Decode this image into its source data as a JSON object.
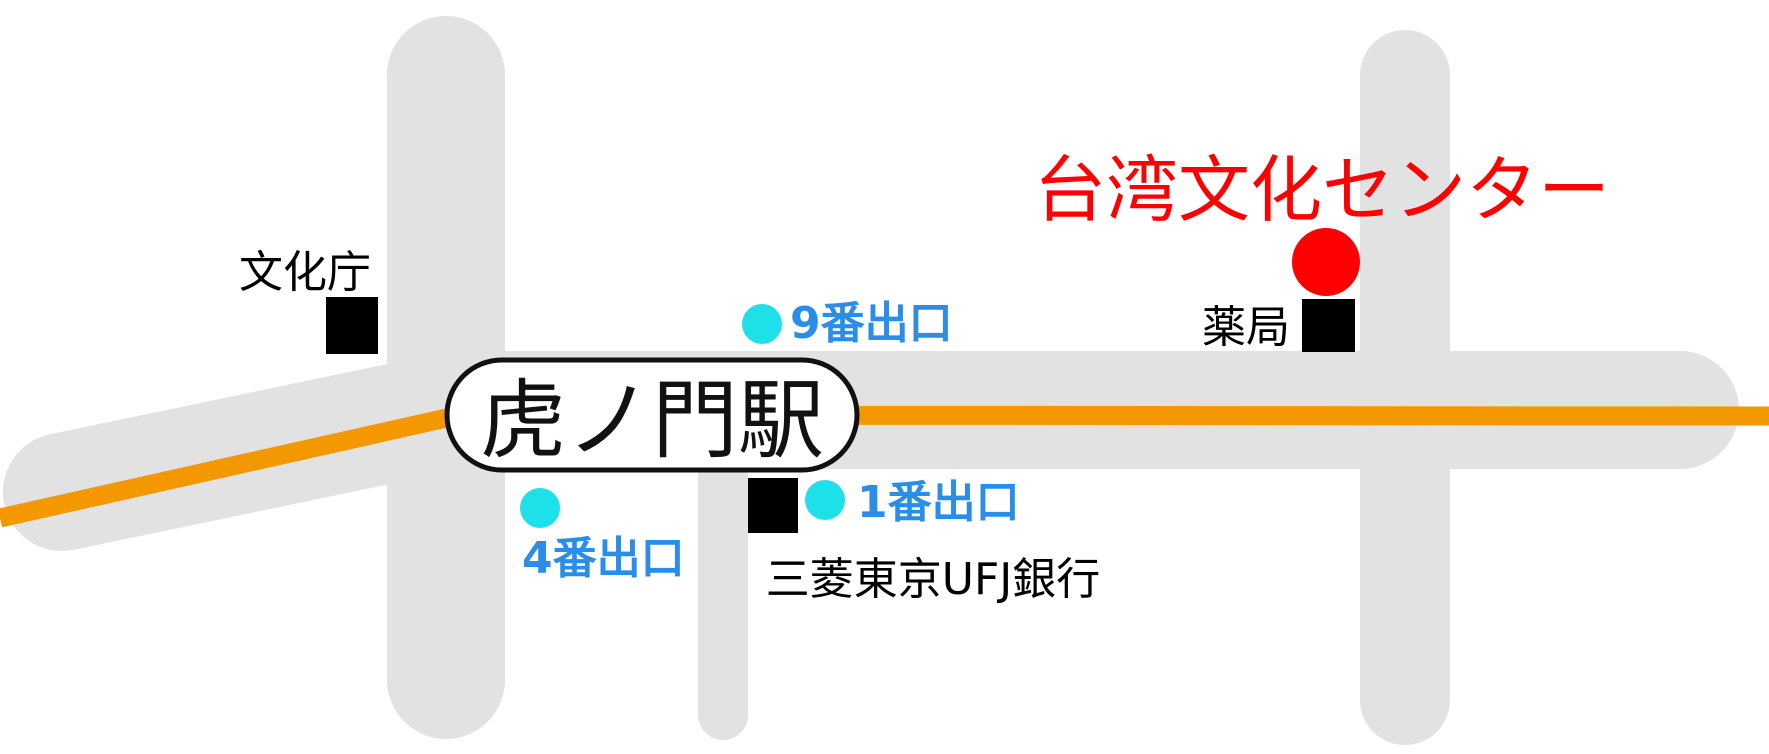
{
  "station": {
    "name": "虎ノ門駅"
  },
  "destination": {
    "name": "台湾文化センター"
  },
  "landmarks": {
    "bunka_cho": "文化庁",
    "pharmacy": "薬局",
    "bank": "三菱東京UFJ銀行"
  },
  "exits": {
    "exit_9": "9番出口",
    "exit_1": "1番出口",
    "exit_4": "4番出口"
  },
  "colors": {
    "road": "#e2e2e2",
    "rail": "#f39800",
    "exit": "#1de0e8",
    "exit_text": "#2a8ee8",
    "destination": "#ff0000",
    "landmark": "#000000"
  }
}
